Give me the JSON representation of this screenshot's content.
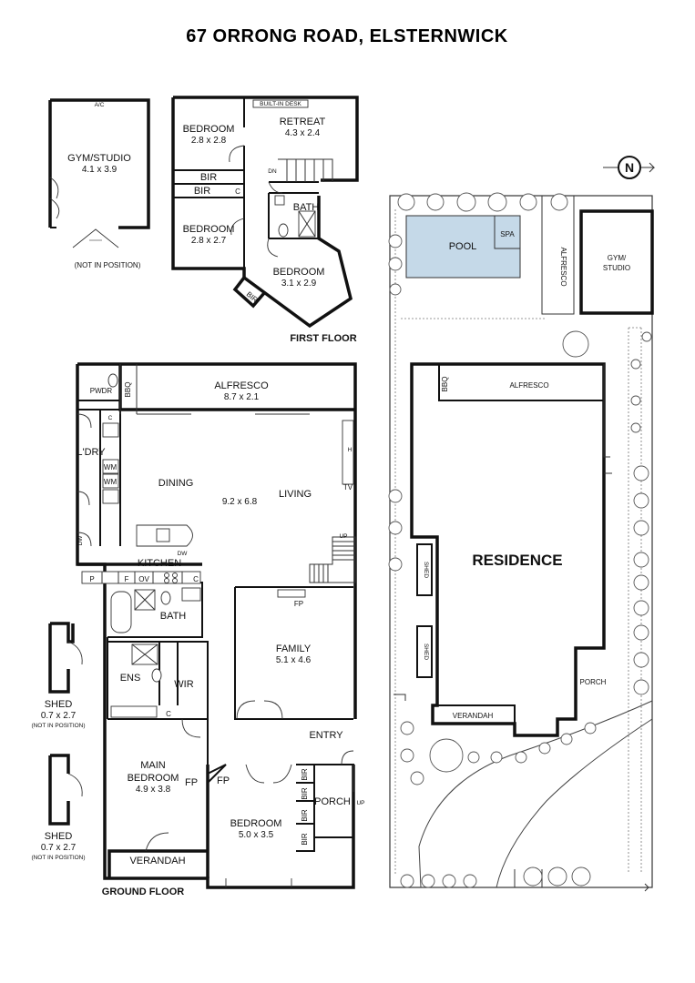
{
  "title": "67 ORRONG ROAD, ELSTERNWICK",
  "first_floor": {
    "caption": "FIRST FLOOR",
    "rooms": {
      "retreat": {
        "name": "RETREAT",
        "dims": "4.3 x 2.4"
      },
      "bedroom_a": {
        "name": "BEDROOM",
        "dims": "2.8 x 2.8"
      },
      "bedroom_b": {
        "name": "BEDROOM",
        "dims": "2.8 x 2.7"
      },
      "bedroom_c": {
        "name": "BEDROOM",
        "dims": "3.1 x 2.9"
      },
      "bath": "BATH",
      "bir_1": "BIR",
      "bir_2": "BIR",
      "bir_3": "BIR",
      "c": "C",
      "built_in_desk": "BUILT-IN DESK",
      "dn": "DN"
    }
  },
  "gym": {
    "name": "GYM/STUDIO",
    "dims": "4.1 x 3.9",
    "ac": "A/C",
    "note": "(NOT IN POSITION)"
  },
  "ground_floor": {
    "caption": "GROUND FLOOR",
    "rooms": {
      "alfresco": {
        "name": "ALFRESCO",
        "dims": "8.7 x 2.1"
      },
      "bbq": "BBQ",
      "pwdr": "PWDR",
      "ldry": "L'DRY",
      "wm1": "WM",
      "wm2": "WM",
      "c1": "C",
      "dw": "DW",
      "dw2": "DW",
      "dining": "DINING",
      "living_dims": "9.2 x 6.8",
      "living": "LIVING",
      "h": "H",
      "tv": "TV",
      "up": "UP",
      "kitchen": "KITCHEN",
      "p": "P",
      "f": "F",
      "ov": "OV",
      "c2": "C",
      "bath": "BATH",
      "fp1": "FP",
      "family": {
        "name": "FAMILY",
        "dims": "5.1 x 4.6"
      },
      "ens": "ENS",
      "wir": "WIR",
      "c3": "C",
      "entry": "ENTRY",
      "main_bedroom": {
        "name1": "MAIN",
        "name2": "BEDROOM",
        "dims": "4.9 x 3.8"
      },
      "fp2": "FP",
      "fp3": "FP",
      "bir1": "BIR",
      "bir2": "BIR",
      "bir3": "BIR",
      "bir4": "BIR",
      "porch": "PORCH",
      "porch_up": "UP",
      "bedroom": {
        "name": "BEDROOM",
        "dims": "5.0 x 3.5"
      },
      "verandah": "VERANDAH"
    }
  },
  "sheds": [
    {
      "name": "SHED",
      "dims": "0.7 x 2.7",
      "note": "(NOT IN POSITION)"
    },
    {
      "name": "SHED",
      "dims": "0.7 x 2.7",
      "note": "(NOT IN POSITION)"
    }
  ],
  "site": {
    "north": "N",
    "pool": "POOL",
    "spa": "SPA",
    "alfresco_side": "ALFRESCO",
    "gym1": "GYM/",
    "gym2": "STUDIO",
    "bbq": "BBQ",
    "alfresco": "ALFRESCO",
    "residence": "RESIDENCE",
    "shed1": "SHED",
    "shed2": "SHED",
    "porch": "PORCH",
    "verandah": "VERANDAH"
  },
  "colors": {
    "pool": "#c5d9e8",
    "walls": "#111111"
  }
}
